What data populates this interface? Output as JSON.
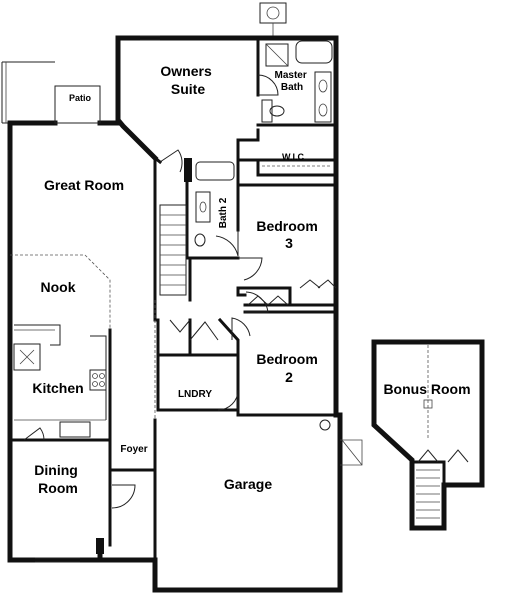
{
  "rooms": {
    "owners_suite": [
      "Owners",
      "Suite"
    ],
    "master_bath": [
      "Master",
      "Bath"
    ],
    "patio": "Patio",
    "wic": "W.I.C",
    "great_room": "Great Room",
    "bath2": "Bath 2",
    "bedroom3": [
      "Bedroom",
      "3"
    ],
    "nook": "Nook",
    "kitchen": "Kitchen",
    "laundry": "LNDRY",
    "bedroom2": [
      "Bedroom",
      "2"
    ],
    "dining": [
      "Dining",
      "Room"
    ],
    "foyer": "Foyer",
    "garage": "Garage",
    "bonus_room": "Bonus Room"
  }
}
